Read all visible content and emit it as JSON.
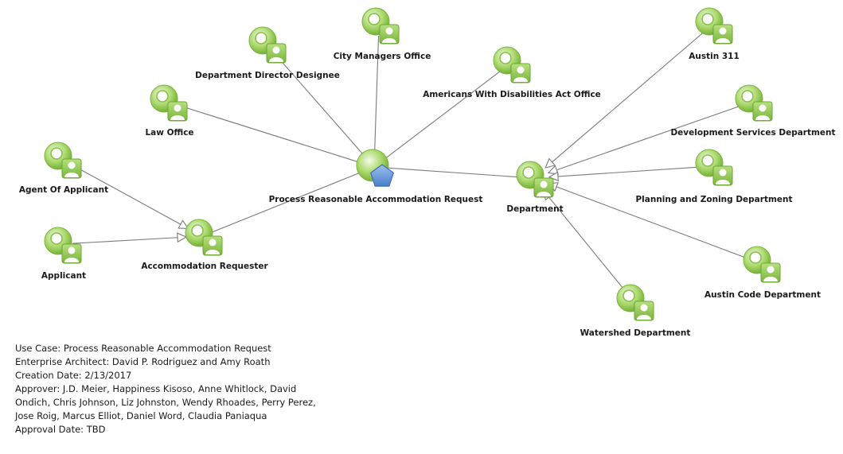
{
  "diagram": {
    "usecase": {
      "label": "Process Reasonable Accommodation Request",
      "icon": "use-case-pentagon-icon"
    },
    "actors": {
      "agent_of_applicant": {
        "label": "Agent Of Applicant",
        "icon": "actor-icon"
      },
      "applicant": {
        "label": "Applicant",
        "icon": "actor-icon"
      },
      "accommodation_requester": {
        "label": "Accommodation Requester",
        "icon": "actor-icon"
      },
      "law_office": {
        "label": "Law Office",
        "icon": "actor-icon"
      },
      "department_director_designee": {
        "label": "Department Director Designee",
        "icon": "actor-icon"
      },
      "city_managers_office": {
        "label": "City Managers Office",
        "icon": "actor-icon"
      },
      "ada_office": {
        "label": "Americans With Disabilities Act Office",
        "icon": "actor-icon"
      },
      "department": {
        "label": "Department",
        "icon": "actor-icon"
      },
      "austin_311": {
        "label": "Austin 311",
        "icon": "actor-icon"
      },
      "development_services": {
        "label": "Development Services Department",
        "icon": "actor-icon"
      },
      "planning_zoning": {
        "label": "Planning and Zoning Department",
        "icon": "actor-icon"
      },
      "austin_code": {
        "label": "Austin Code Department",
        "icon": "actor-icon"
      },
      "watershed": {
        "label": "Watershed Department",
        "icon": "actor-icon"
      }
    },
    "relations": [
      {
        "from": "agent_of_applicant",
        "to": "accommodation_requester",
        "type": "generalization"
      },
      {
        "from": "applicant",
        "to": "accommodation_requester",
        "type": "generalization"
      },
      {
        "from": "accommodation_requester",
        "to": "usecase",
        "type": "association"
      },
      {
        "from": "law_office",
        "to": "usecase",
        "type": "association"
      },
      {
        "from": "department_director_designee",
        "to": "usecase",
        "type": "association"
      },
      {
        "from": "city_managers_office",
        "to": "usecase",
        "type": "association"
      },
      {
        "from": "ada_office",
        "to": "usecase",
        "type": "association"
      },
      {
        "from": "department",
        "to": "usecase",
        "type": "association"
      },
      {
        "from": "austin_311",
        "to": "department",
        "type": "generalization"
      },
      {
        "from": "development_services",
        "to": "department",
        "type": "generalization"
      },
      {
        "from": "planning_zoning",
        "to": "department",
        "type": "generalization"
      },
      {
        "from": "austin_code",
        "to": "department",
        "type": "generalization"
      },
      {
        "from": "watershed",
        "to": "department",
        "type": "generalization"
      }
    ]
  },
  "notes": {
    "use_case": "Use Case: Process Reasonable Accommodation Request",
    "architect": "Enterprise Architect:  David P. Rodriguez and Amy Roath",
    "creation_date": "Creation Date:  2/13/2017",
    "approver": "Approver: J.D. Meier, Happiness Kisoso, Anne Whitlock, David Ondich, Chris Johnson, Liz Johnston, Wendy Rhoades, Perry Perez, Jose Roig, Marcus Elliot, Daniel Word, Claudia Paniaqua",
    "approval_date": "Approval Date: TBD"
  },
  "colors": {
    "actor_green": "#8cc63f",
    "actor_light": "#e6f4cf",
    "usecase_blue": "#5b8fd6",
    "line": "#7a7a7a"
  }
}
